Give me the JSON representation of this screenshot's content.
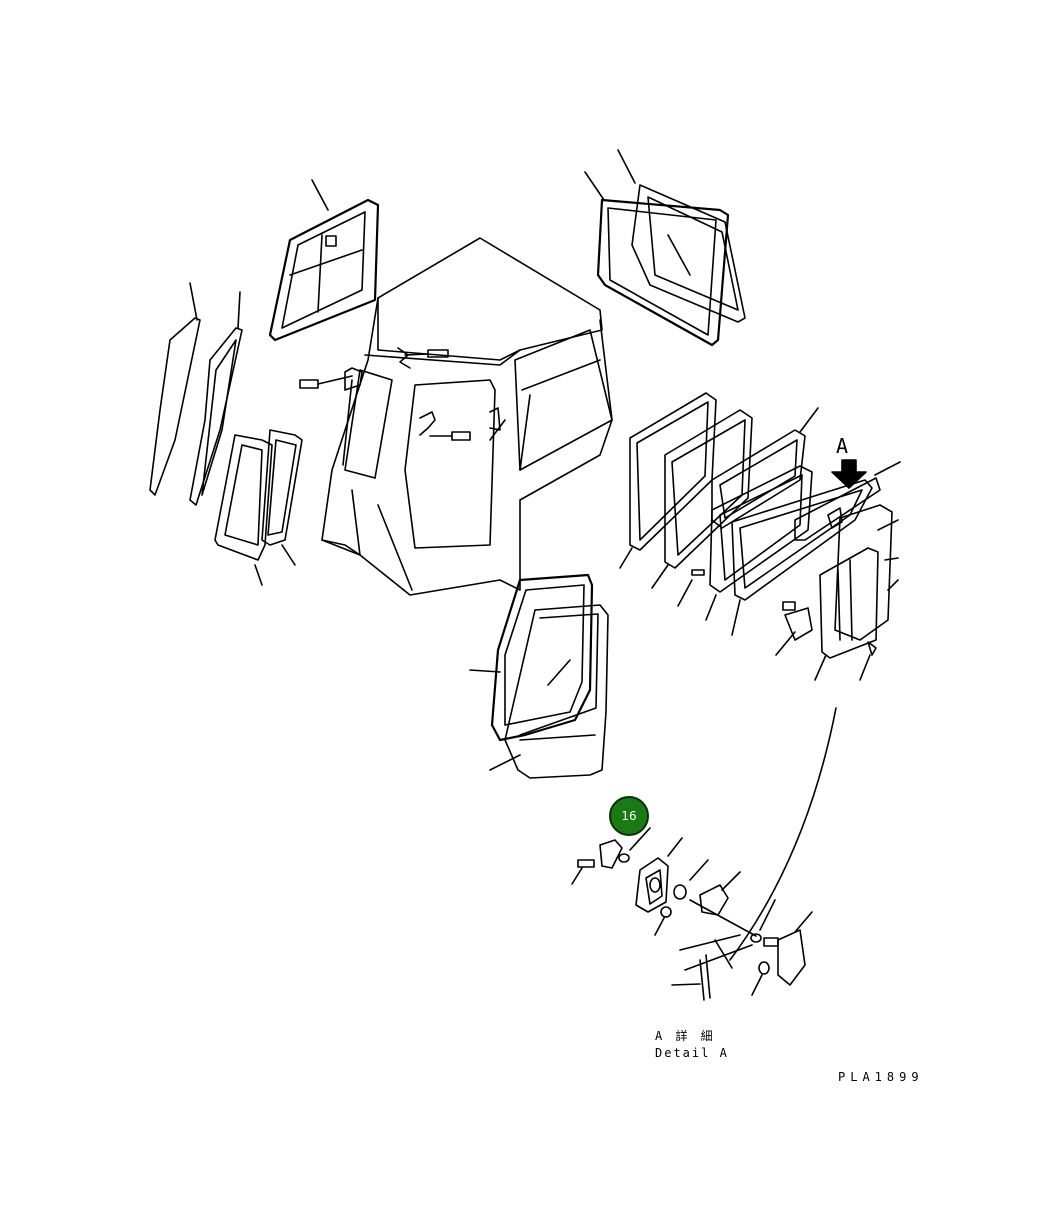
{
  "diagram": {
    "detail_marker": "A",
    "callout": {
      "label": "16",
      "color": "#1a7a14"
    },
    "detail_caption_jp": "A 詳 細",
    "detail_caption_en": "Detail A",
    "drawing_code": "PLA1899"
  }
}
